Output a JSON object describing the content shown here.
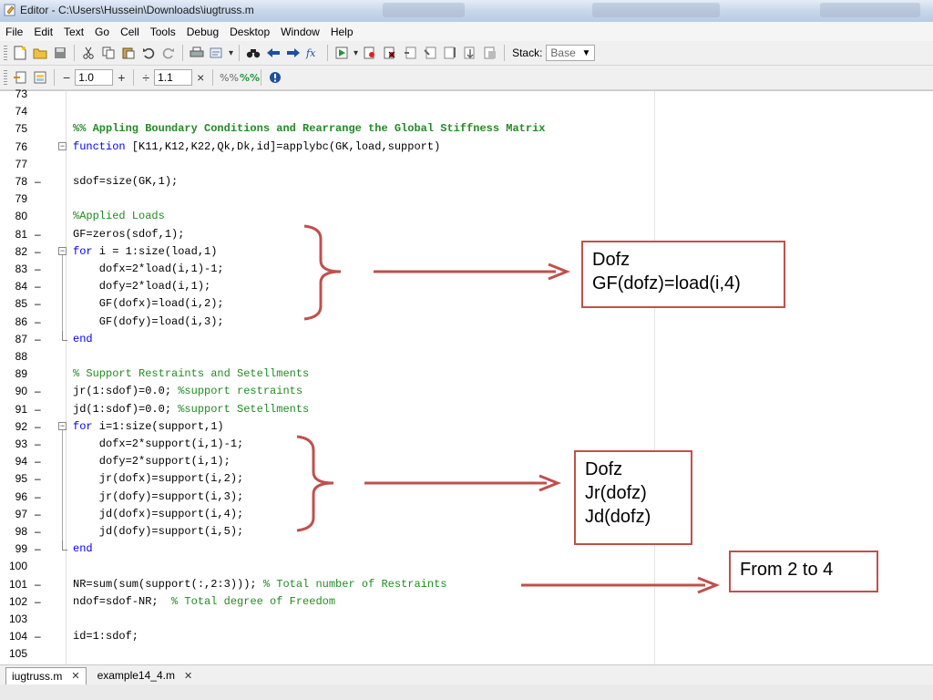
{
  "window": {
    "title": "Editor - C:\\Users\\Hussein\\Downloads\\iugtruss.m"
  },
  "menu": [
    "File",
    "Edit",
    "Text",
    "Go",
    "Cell",
    "Tools",
    "Debug",
    "Desktop",
    "Window",
    "Help"
  ],
  "toolbar": {
    "stack_label": "Stack:",
    "stack_value": "Base",
    "cell_decrement": "1.0",
    "cell_divide": "1.1"
  },
  "tabs": [
    {
      "label": "iugtruss.m",
      "active": true
    },
    {
      "label": "example14_4.m",
      "active": false
    }
  ],
  "lines": [
    {
      "n": "73",
      "exec": false,
      "code": ""
    },
    {
      "n": "74",
      "exec": false,
      "code": ""
    },
    {
      "n": "75",
      "exec": false,
      "code": "%% Appling Boundary Conditions and Rearrange the Global Stiffness Matrix"
    },
    {
      "n": "76",
      "exec": false,
      "code": "function [K11,K12,K22,Qk,Dk,id]=applybc(GK,load,support)"
    },
    {
      "n": "77",
      "exec": false,
      "code": ""
    },
    {
      "n": "78",
      "exec": true,
      "code": "sdof=size(GK,1);"
    },
    {
      "n": "79",
      "exec": false,
      "code": ""
    },
    {
      "n": "80",
      "exec": false,
      "code": "%Applied Loads"
    },
    {
      "n": "81",
      "exec": true,
      "code": "GF=zeros(sdof,1);"
    },
    {
      "n": "82",
      "exec": true,
      "code": "for i = 1:size(load,1)"
    },
    {
      "n": "83",
      "exec": true,
      "code": "    dofx=2*load(i,1)-1;"
    },
    {
      "n": "84",
      "exec": true,
      "code": "    dofy=2*load(i,1);"
    },
    {
      "n": "85",
      "exec": true,
      "code": "    GF(dofx)=load(i,2);"
    },
    {
      "n": "86",
      "exec": true,
      "code": "    GF(dofy)=load(i,3);"
    },
    {
      "n": "87",
      "exec": true,
      "code": "end"
    },
    {
      "n": "88",
      "exec": false,
      "code": ""
    },
    {
      "n": "89",
      "exec": false,
      "code": "% Support Restraints and Setellments"
    },
    {
      "n": "90",
      "exec": true,
      "code": "jr(1:sdof)=0.0; %support restraints"
    },
    {
      "n": "91",
      "exec": true,
      "code": "jd(1:sdof)=0.0; %support Setellments"
    },
    {
      "n": "92",
      "exec": true,
      "code": "for i=1:size(support,1)"
    },
    {
      "n": "93",
      "exec": true,
      "code": "    dofx=2*support(i,1)-1;"
    },
    {
      "n": "94",
      "exec": true,
      "code": "    dofy=2*support(i,1);"
    },
    {
      "n": "95",
      "exec": true,
      "code": "    jr(dofx)=support(i,2);"
    },
    {
      "n": "96",
      "exec": true,
      "code": "    jr(dofy)=support(i,3);"
    },
    {
      "n": "97",
      "exec": true,
      "code": "    jd(dofx)=support(i,4);"
    },
    {
      "n": "98",
      "exec": true,
      "code": "    jd(dofy)=support(i,5);"
    },
    {
      "n": "99",
      "exec": true,
      "code": "end"
    },
    {
      "n": "100",
      "exec": false,
      "code": ""
    },
    {
      "n": "101",
      "exec": true,
      "code": "NR=sum(sum(support(:,2:3))); % Total number of Restraints"
    },
    {
      "n": "102",
      "exec": true,
      "code": "ndof=sdof-NR;  % Total degree of Freedom"
    },
    {
      "n": "103",
      "exec": false,
      "code": ""
    },
    {
      "n": "104",
      "exec": true,
      "code": "id=1:sdof;"
    },
    {
      "n": "105",
      "exec": false,
      "code": ""
    }
  ],
  "annotations": [
    {
      "line1": "Dofz",
      "line2": "GF(dofz)=load(i,4)"
    },
    {
      "line1": "Dofz",
      "line2": "Jr(dofz)",
      "line3": "Jd(dofz)"
    },
    {
      "line1": "From 2 to 4"
    }
  ],
  "colors": {
    "keyword": "#0000ff",
    "comment": "#228b22",
    "callout_border": "#c0504d"
  }
}
